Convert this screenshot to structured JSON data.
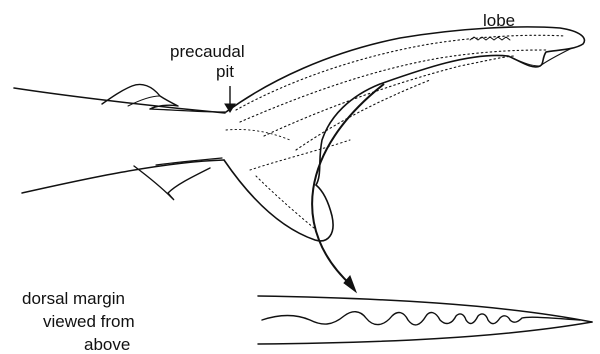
{
  "labels": {
    "lobe": "lobe",
    "precaudal_line1": "precaudal",
    "precaudal_line2": "pit",
    "dorsal_line1": "dorsal margin",
    "dorsal_line2": "viewed from",
    "dorsal_line3": "above"
  },
  "colors": {
    "ink": "#111111",
    "background": "#ffffff"
  }
}
